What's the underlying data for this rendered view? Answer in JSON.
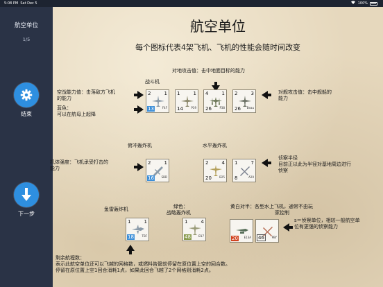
{
  "status": {
    "time": "5:08 PM",
    "date": "Sat Dec 5",
    "battery": "100%"
  },
  "sidebar": {
    "title": "航空单位",
    "page": "1/5",
    "end_label": "结束",
    "next_label": "下一步",
    "end_icon": "gear-icon",
    "next_icon": "arrow-down-icon"
  },
  "main": {
    "title": "航空单位",
    "subtitle": "每个图标代表4架飞机、飞机的性能会随时间改变",
    "ground_attack": "对地攻击值：击中地面目标的能力",
    "fighter_label": "战斗机",
    "air_combat": [
      "空战能力值：击落敌方飞机",
      "的能力"
    ],
    "blue": [
      "蓝色：",
      "可以在航母上起降"
    ],
    "naval_attack": [
      "对舰攻击值：击中舰船的",
      "能力"
    ],
    "dive_bomber_label": "俯冲轰炸机",
    "level_bomber_label": "水平轰炸机",
    "durability": [
      "机体强度：飞机承受打击的",
      "能力"
    ],
    "recon": [
      "侦察半径",
      "目前正以此为半径对基地周边进行",
      "侦察"
    ],
    "torpedo_label": "鱼雷轰炸机",
    "green": [
      "绿色：",
      "战略轰炸机"
    ],
    "yellow": [
      "黄白对半：各型水上飞机，通常不由玩",
      "家控制"
    ],
    "s_recon": [
      "s＝侦察单位，相较一般航空单",
      "位有更强的侦察能力"
    ],
    "range": [
      "剩余航程数：",
      "表示此航空单位还可以飞越的网格数，或燃料告罄前停留在原位置上空的回合数。",
      "停留在原位置上空1回合消耗1点，如果此回合飞越了2个网格则消耗2点。"
    ]
  },
  "counters": [
    {
      "name": "F4F",
      "tl": "2",
      "tr": "1",
      "bl": "13",
      "hl": "blue"
    },
    {
      "name": "P39",
      "tl": "1",
      "tr": "1",
      "bl": "14",
      "hl": "none"
    },
    {
      "name": "P38",
      "tl": "4",
      "tr": "1",
      "bl": "26",
      "hl": "none"
    },
    {
      "name": "Beau",
      "tl": "2",
      "tr": "3",
      "bl": "26",
      "hl": "none"
    },
    {
      "name": "SBD",
      "tl": "2",
      "tr": "1",
      "bl": "16",
      "hl": "blue"
    },
    {
      "name": "B25",
      "tl": "2",
      "tr": "4",
      "bl": "20",
      "hl": "none"
    },
    {
      "name": "A20",
      "tl": "1",
      "tr": "7",
      "bl": "8",
      "hl": "none"
    },
    {
      "name": "TBF",
      "tl": "1",
      "tr": "1",
      "bl": "18",
      "hl": "blue"
    },
    {
      "name": "B17",
      "tl": "1",
      "tr": "4",
      "bl": "48",
      "hl": "green"
    },
    {
      "name": "E13A",
      "tl": "",
      "tr": "",
      "bl": "20",
      "hl": "red"
    },
    {
      "name": "PBY",
      "tl": "",
      "tr": "",
      "bl": "46",
      "hl": "none"
    }
  ]
}
